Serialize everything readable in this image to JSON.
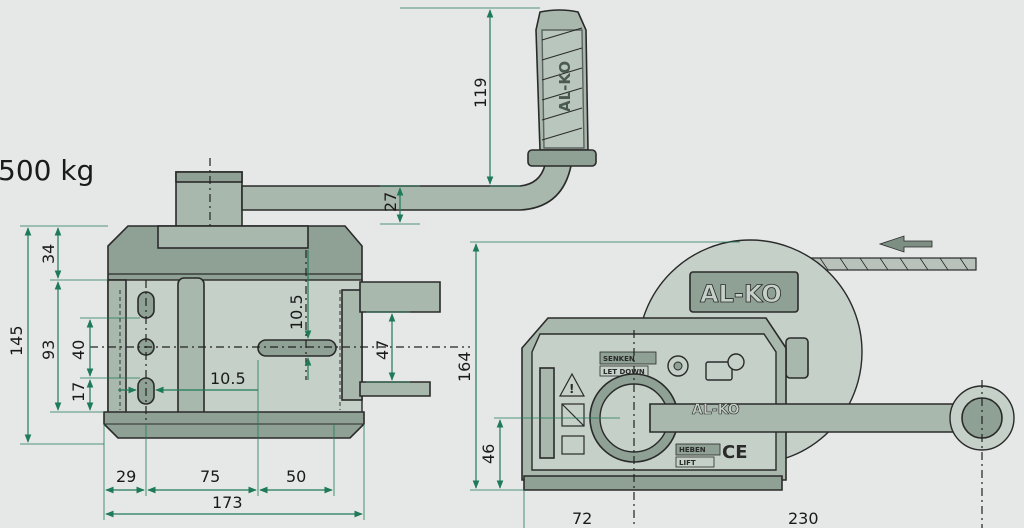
{
  "load_label": "500 kg",
  "brand": "AL-KO",
  "front_view": {
    "dims": {
      "handle_height": "119",
      "crank_thickness": "27",
      "top_band": "34",
      "overall_height": "145",
      "mount_span": "93",
      "slot_center": "40",
      "lower_offset": "17",
      "slot_width_v": "10.5",
      "slot_width_h": "10.5",
      "shaft_height": "47",
      "left_offset": "29",
      "mid_span": "75",
      "right_span": "50",
      "overall_width": "173"
    }
  },
  "side_view": {
    "dims": {
      "overall_height": "164",
      "axis_height": "46",
      "left_offset": "72",
      "handle_reach": "230"
    },
    "labels": {
      "senken": "SENKEN",
      "let_down": "LET DOWN",
      "heben": "HEBEN",
      "lift": "LIFT",
      "ce": "CE"
    }
  },
  "colors": {
    "body": "#a9b8ad",
    "dimension_line": "#1f7a5a",
    "background": "#e6e8e7"
  }
}
